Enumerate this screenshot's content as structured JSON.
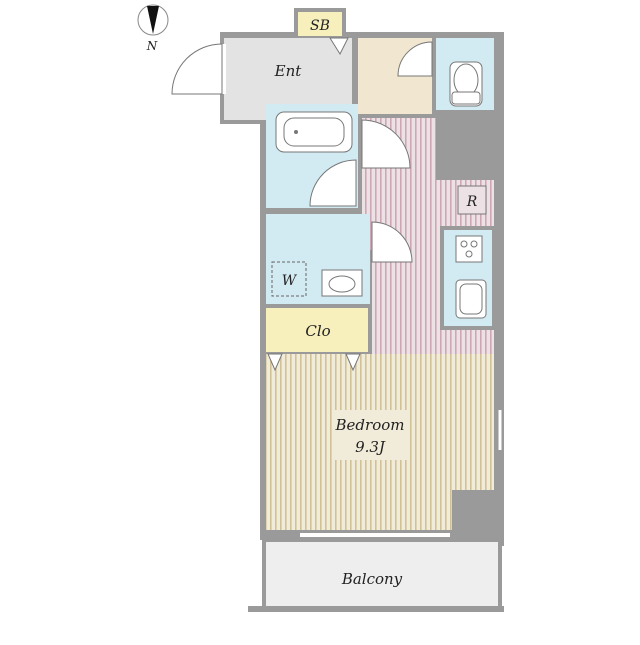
{
  "compass": {
    "north_label": "N"
  },
  "rooms": {
    "shoe_box": "SB",
    "entrance": "Ent",
    "refrigerator": "R",
    "washer": "W",
    "closet": "Clo",
    "bedroom_name": "Bedroom",
    "bedroom_size": "9.3J",
    "balcony": "Balcony"
  },
  "colors": {
    "wall": "#9a9a9a",
    "wet_area": "#d2eaf2",
    "entrance_floor": "#e3e3e3",
    "hall_floor": "#f1e6cf",
    "kitchen_floor": "#ebe0e4",
    "kitchen_stripe": "#cfa6b4",
    "bedroom_floor": "#f0ead8",
    "bedroom_stripe": "#cfbf95",
    "balcony_floor": "#eeeeee",
    "shoe_box": "#f7efbc"
  }
}
